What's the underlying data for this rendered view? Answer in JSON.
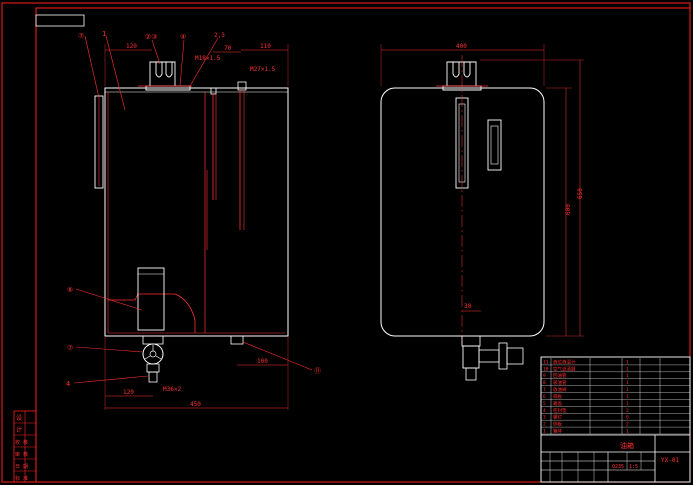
{
  "drawing": {
    "colors": {
      "background": "#000000",
      "frame": "#ff2020",
      "part": "#ffffff",
      "hidden": "#ff3030",
      "accent": "#ff1a1a"
    },
    "side_view": {
      "balloons": [
        "⑦",
        "1",
        "②③",
        "④",
        "2,3"
      ],
      "dim_top_left": "120",
      "dim_top_mid": "70",
      "dim_top_right": "110",
      "thread_top": "M18×1.5",
      "thread_port": "M27×1.5",
      "balloon_8": "⑧",
      "balloon_7": "⑦",
      "label_4": "4",
      "balloon_11": "⑪",
      "dim_120": "120",
      "thread_bottom": "M36×2",
      "dim_100": "100",
      "dim_450": "450"
    },
    "front_view": {
      "dim_width": "400",
      "dim_height_inner": "600",
      "dim_height_outer": "650",
      "dim_small": "30"
    },
    "title_block": {
      "parts": [
        [
          "11",
          "液位液温计",
          "1"
        ],
        [
          "10",
          "空气滤清器",
          "1"
        ],
        [
          "9",
          "回油管",
          "1"
        ],
        [
          "8",
          "吸油管",
          "1"
        ],
        [
          "7",
          "放油阀",
          "1"
        ],
        [
          "6",
          "隔板",
          "1"
        ],
        [
          "5",
          "箱盖",
          "1"
        ],
        [
          "4",
          "密封垫",
          "2"
        ],
        [
          "3",
          "螺钉",
          "6"
        ],
        [
          "2",
          "侧板",
          "2"
        ],
        [
          "1",
          "箱体",
          "1"
        ]
      ],
      "drawing_title": "油箱",
      "drawing_no": "YX-01",
      "material": "Q235",
      "scale": "1:5",
      "left_stamps": [
        "设",
        "计",
        "校 核",
        "审 核",
        "日 期",
        "标 准"
      ]
    }
  }
}
